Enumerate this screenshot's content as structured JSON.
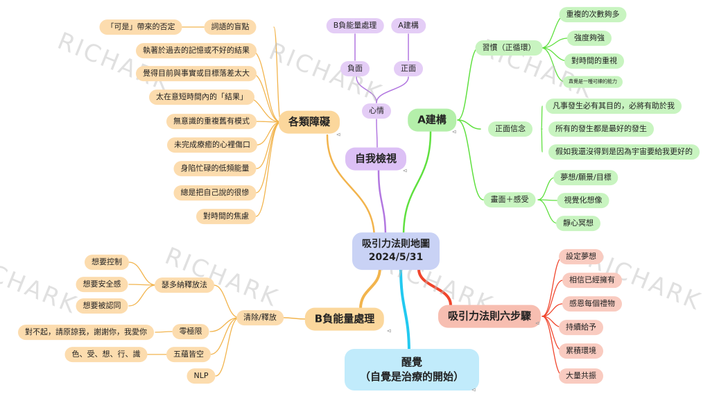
{
  "watermark": "RICHARK",
  "collapse_glyph": "⊲",
  "colors": {
    "orange": "#f2b44d",
    "purple": "#b277e0",
    "green": "#5fe03f",
    "red": "#f0452c",
    "cyan": "#22c9f0",
    "lime": "#7cdc45"
  },
  "center": {
    "line1": "吸引力法則地圖",
    "line2": "2024/5/31"
  },
  "obstacles": {
    "title": "各類障礙",
    "items": [
      {
        "label": "詞語的盲點",
        "sub": "「可是」帶來的否定"
      },
      {
        "label": "執著於過去的記憶或不好的結果"
      },
      {
        "label": "覺得目前與事實或目標落差太大"
      },
      {
        "label": "太在意短時間內的「結果」"
      },
      {
        "label": "無意識的重複舊有模式"
      },
      {
        "label": "未完成療癒的心裡傷口"
      },
      {
        "label": "身陷忙碌的低頻能量"
      },
      {
        "label": "總是把自己說的很慘"
      },
      {
        "label": "對時間的焦慮"
      }
    ]
  },
  "self_check": {
    "title": "自我檢視",
    "mood": "心情",
    "negative": "負面",
    "positive": "正面",
    "negative_child": "B負能量處理",
    "positive_child": "A建構"
  },
  "a_build": {
    "title": "A建構",
    "habit": {
      "label": "習慣（正循環）",
      "items": [
        "重複的次數夠多",
        "強度夠強",
        "對時間的重視",
        "直覺是一種可練的能力"
      ]
    },
    "belief": {
      "label": "正面信念",
      "items": [
        "凡事發生必有其目的，必將有助於我",
        "所有的發生都是最好的發生",
        "假如我還沒得到是因為宇宙要給我更好的"
      ]
    },
    "image": {
      "label": "畫面＋感受",
      "items": [
        "夢想/願景/目標",
        "視覺化想像",
        "靜心冥想"
      ]
    }
  },
  "six_steps": {
    "title": "吸引力法則六步驟",
    "items": [
      "設定夢想",
      "相信已經擁有",
      "感恩每個禮物",
      "持續給予",
      "累積環境",
      "大量共振"
    ]
  },
  "awaken": {
    "line1": "醒覺",
    "line2": "（自覺是治療的開始）"
  },
  "b_negative": {
    "title": "B負能量處理",
    "clear": "清除/釋放",
    "sedona": {
      "label": "瑟多納釋放法",
      "items": [
        "想要控制",
        "想要安全感",
        "想要被認同"
      ]
    },
    "zero": {
      "label": "零極限",
      "item": "對不起，請原諒我，謝謝你，我愛你"
    },
    "five": {
      "label": "五蘊皆空",
      "item": "色、受、想、行、識"
    },
    "nlp": "NLP"
  }
}
